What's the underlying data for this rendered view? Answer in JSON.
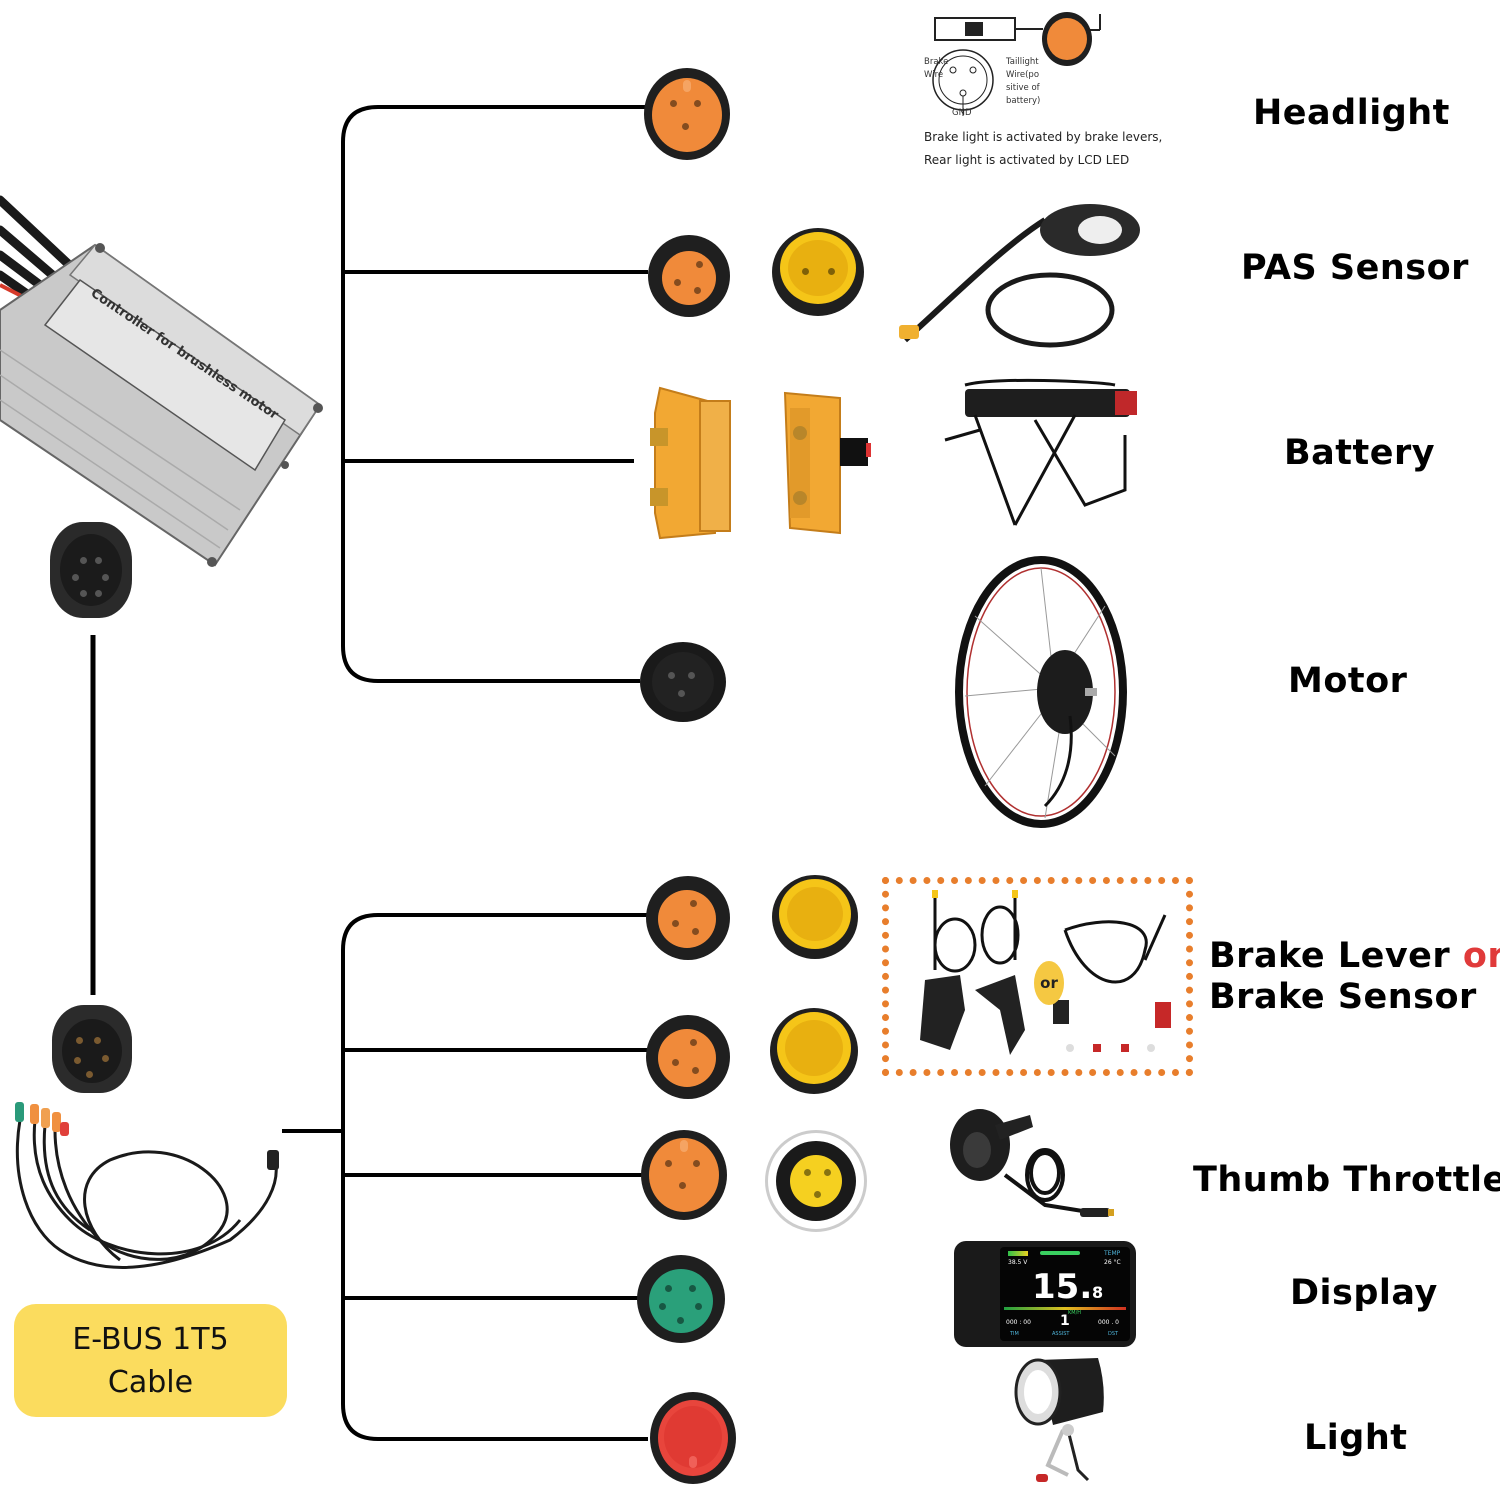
{
  "diagram": {
    "title": "E-bike controller wiring diagram",
    "controller": {
      "label_text": "Controller for brushless motor"
    },
    "ebus_cable": {
      "line1": "E-BUS 1T5",
      "line2": "Cable"
    },
    "headlight_note": {
      "brake_wire": "Brake\nWire",
      "taillight_wire": "Taillight\nWire(po\nsitive of\nbattery)",
      "gnd": "GND",
      "caption_line1": "Brake light is activated by brake levers,",
      "caption_line2": "Rear light is activated by LCD LED"
    },
    "controller_outputs": [
      {
        "label": "Headlight",
        "connector_color": "#f08a3a"
      },
      {
        "label": "PAS Sensor",
        "connector_color": "#f08a3a",
        "mate_color": "#f5c518"
      },
      {
        "label": "Battery",
        "connector_color": "#f2a833"
      },
      {
        "label": "Motor",
        "connector_color": "#1e1e1e"
      }
    ],
    "ebus_outputs": [
      {
        "label_part1": "Brake Lever ",
        "label_or": "or",
        "label_part2": "Brake Sensor",
        "connector_color": "#f08a3a",
        "mate_color": "#f5c518"
      },
      {
        "label": "Thumb Throttle",
        "connector_color": "#f08a3a",
        "mate_color": "#f5d020"
      },
      {
        "label": "Display",
        "connector_color": "#2aa07a"
      },
      {
        "label": "Light",
        "connector_color": "#e8453c"
      }
    ],
    "brake_option_badge": "or",
    "display_readout": {
      "voltage": "38.5 V",
      "temp_label": "TEMP",
      "temp_value": "26 °C",
      "speed_main": "15.",
      "speed_decimal": "8",
      "speed_unit": "KM/H",
      "time": "000 : 00",
      "time_label": "TIM",
      "assist_value": "1",
      "assist_label": "ASSIST",
      "distance": "000 . 0",
      "distance_label": "DST"
    },
    "colors": {
      "line": "#000000",
      "ebus_badge": "#fbdc5e",
      "brake_box_border": "#e87e2c",
      "or_highlight": "#e03a3a"
    }
  }
}
